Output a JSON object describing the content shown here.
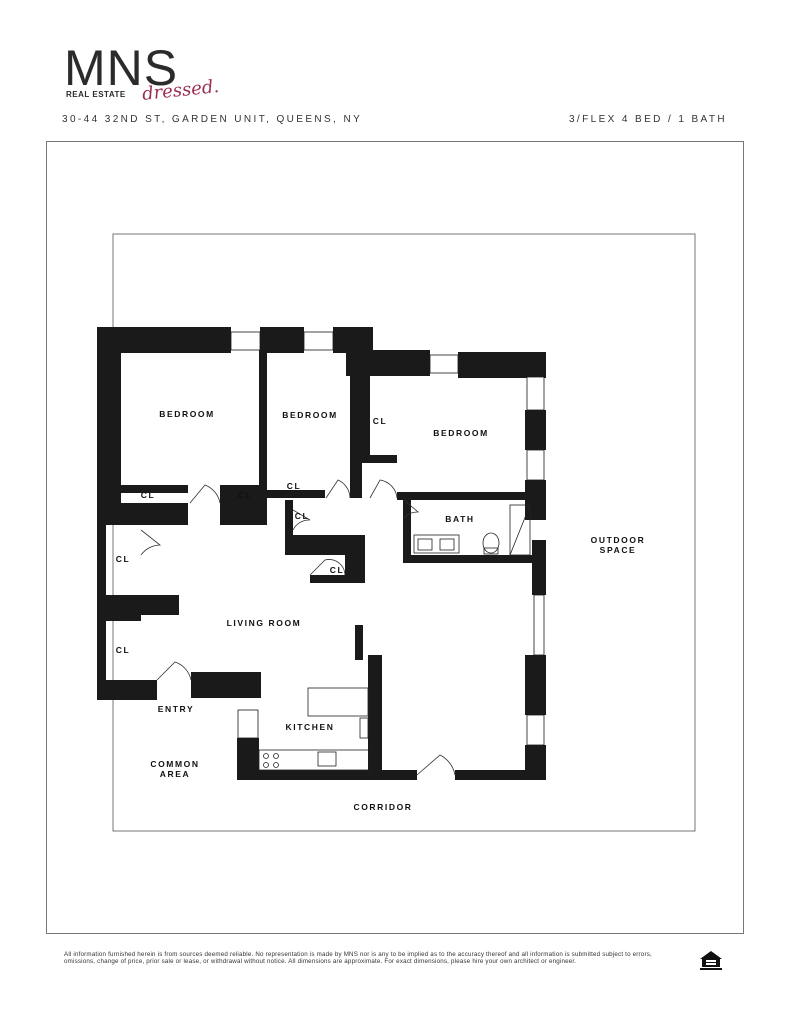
{
  "logo": {
    "brand": "MNS",
    "sub": "REAL ESTATE",
    "script": "dressed."
  },
  "header": {
    "address": "30-44 32ND ST, GARDEN UNIT, QUEENS, NY",
    "bedrooms": "3/FLEX 4 BED / 1 BATH"
  },
  "rooms": {
    "bedroom_1": "BEDROOM",
    "bedroom_2": "BEDROOM",
    "bedroom_3": "BEDROOM",
    "bath": "BATH",
    "living_room": "LIVING ROOM",
    "kitchen": "KITCHEN",
    "entry": "ENTRY",
    "outdoor_1": "OUTDOOR",
    "outdoor_2": "SPACE",
    "common_1": "COMMON",
    "common_2": "AREA",
    "corridor": "CORRIDOR",
    "closet": "CL"
  },
  "footer": {
    "disclaimer": "All information furnished herein is from sources deemed reliable. No representation is made by MNS nor is any to be implied as to the accuracy thereof and all information is submitted subject to errors, omissions, change of price, prior sale or lease, or withdrawal without notice. All dimensions are approximate. For exact dimensions, please hire your own architect or engineer."
  },
  "icons": {
    "equal_housing": "equal-housing-icon"
  }
}
